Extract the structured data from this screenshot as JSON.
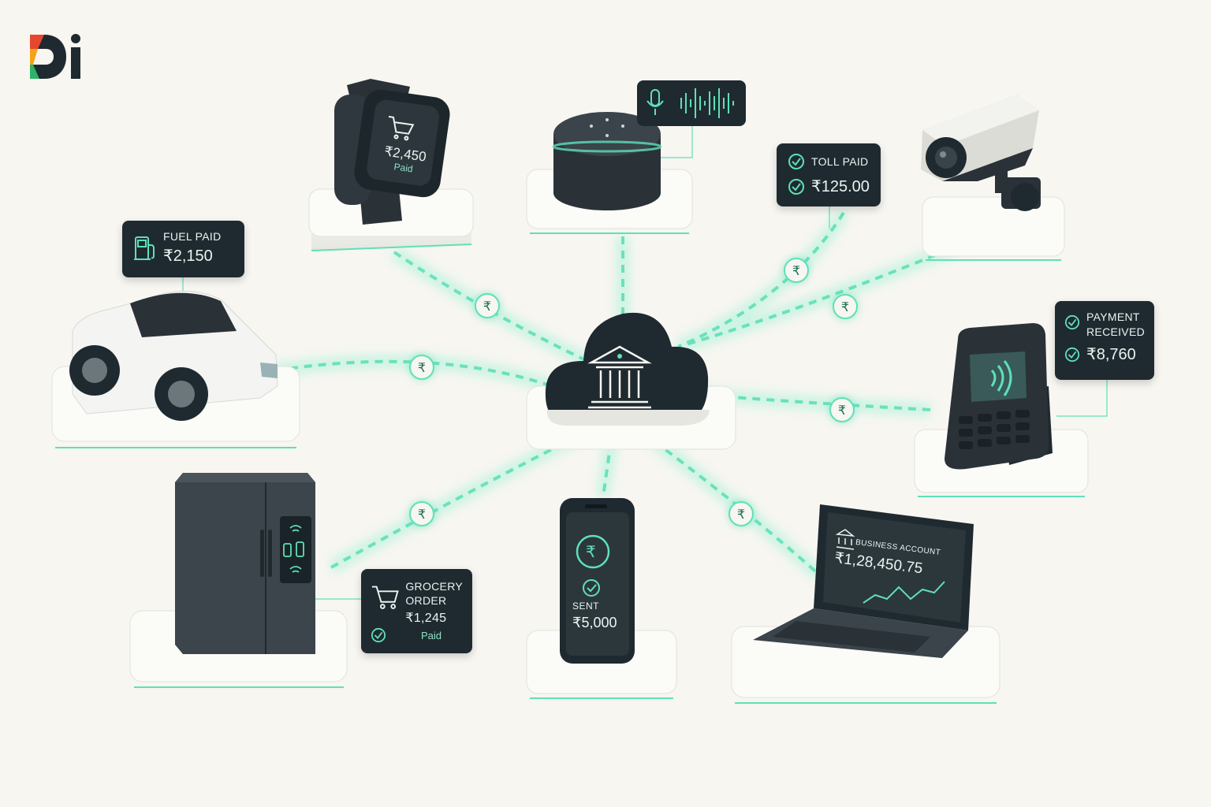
{
  "brand": {
    "logo_text": "Di"
  },
  "colors": {
    "accent": "#5fe0b8",
    "dark": "#1f2a30",
    "base": "#f7f6f1"
  },
  "hub": {
    "icon": "bank-icon"
  },
  "devices": [
    {
      "id": "watch",
      "label_icon": "cart-icon",
      "amount": "₹2,450",
      "status": "Paid"
    },
    {
      "id": "speaker",
      "label_icon": "microphone-icon"
    },
    {
      "id": "camera"
    },
    {
      "id": "car"
    },
    {
      "id": "pos",
      "screen_icon": "contactless-icon"
    },
    {
      "id": "fridge"
    },
    {
      "id": "phone",
      "label": "SENT",
      "amount": "₹5,000"
    },
    {
      "id": "laptop",
      "label": "BUSINESS ACCOUNT",
      "amount": "₹1,28,450.75"
    }
  ],
  "cards": {
    "fuel": {
      "title": "FUEL PAID",
      "amount": "₹2,150",
      "icon": "fuel-pump-icon"
    },
    "toll": {
      "title": "TOLL PAID",
      "amount": "₹125.00",
      "icon": "check-circle-icon"
    },
    "payment": {
      "title_line1": "PAYMENT",
      "title_line2": "RECEIVED",
      "amount": "₹8,760",
      "icon": "check-circle-icon"
    },
    "grocery": {
      "title_line1": "GROCERY",
      "title_line2": "ORDER",
      "amount": "₹1,245",
      "status": "Paid",
      "icon": "cart-icon"
    }
  },
  "rupee_badge": "₹"
}
